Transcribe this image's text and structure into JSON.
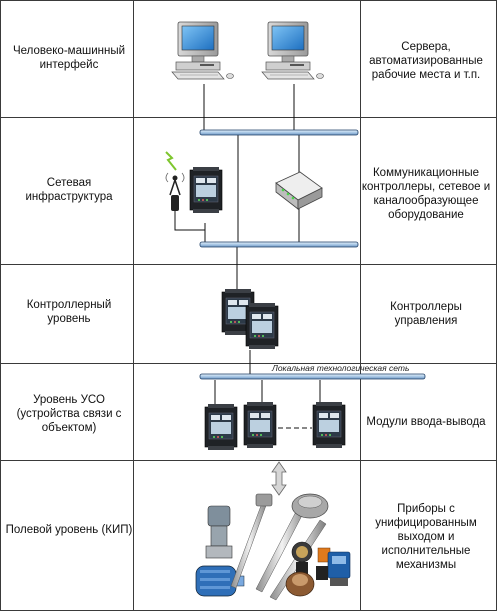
{
  "layers": [
    {
      "left_label": "Человеко-машинный интерфейс",
      "right_label": "Сервера, автоматизированные рабочие места и т.п."
    },
    {
      "left_label": "Сетевая инфраструктура",
      "right_label": "Коммуникационные контроллеры, сетевое и каналообразующее оборудование"
    },
    {
      "left_label": "Контроллерный уровень",
      "right_label": "Контроллеры управления"
    },
    {
      "left_label": "Уровень УСО (устройства связи с объектом)",
      "right_label": "Модули ввода-вывода"
    },
    {
      "left_label": "Полевой уровень (КИП)",
      "right_label": "Приборы с унифицированным выходом и исполнительные механизмы"
    }
  ],
  "network_label": "Локальная технологическая сеть",
  "colors": {
    "border": "#3a3a3a",
    "bus_fill": "#b9d4ea",
    "bus_stroke": "#1f3f66",
    "screen": "#2f8fd8",
    "device_dark": "#22262c"
  },
  "icons": [
    "computer-icon",
    "antenna-icon",
    "controller-module-icon",
    "modem-icon",
    "double-arrow-icon",
    "field-instruments-image"
  ]
}
